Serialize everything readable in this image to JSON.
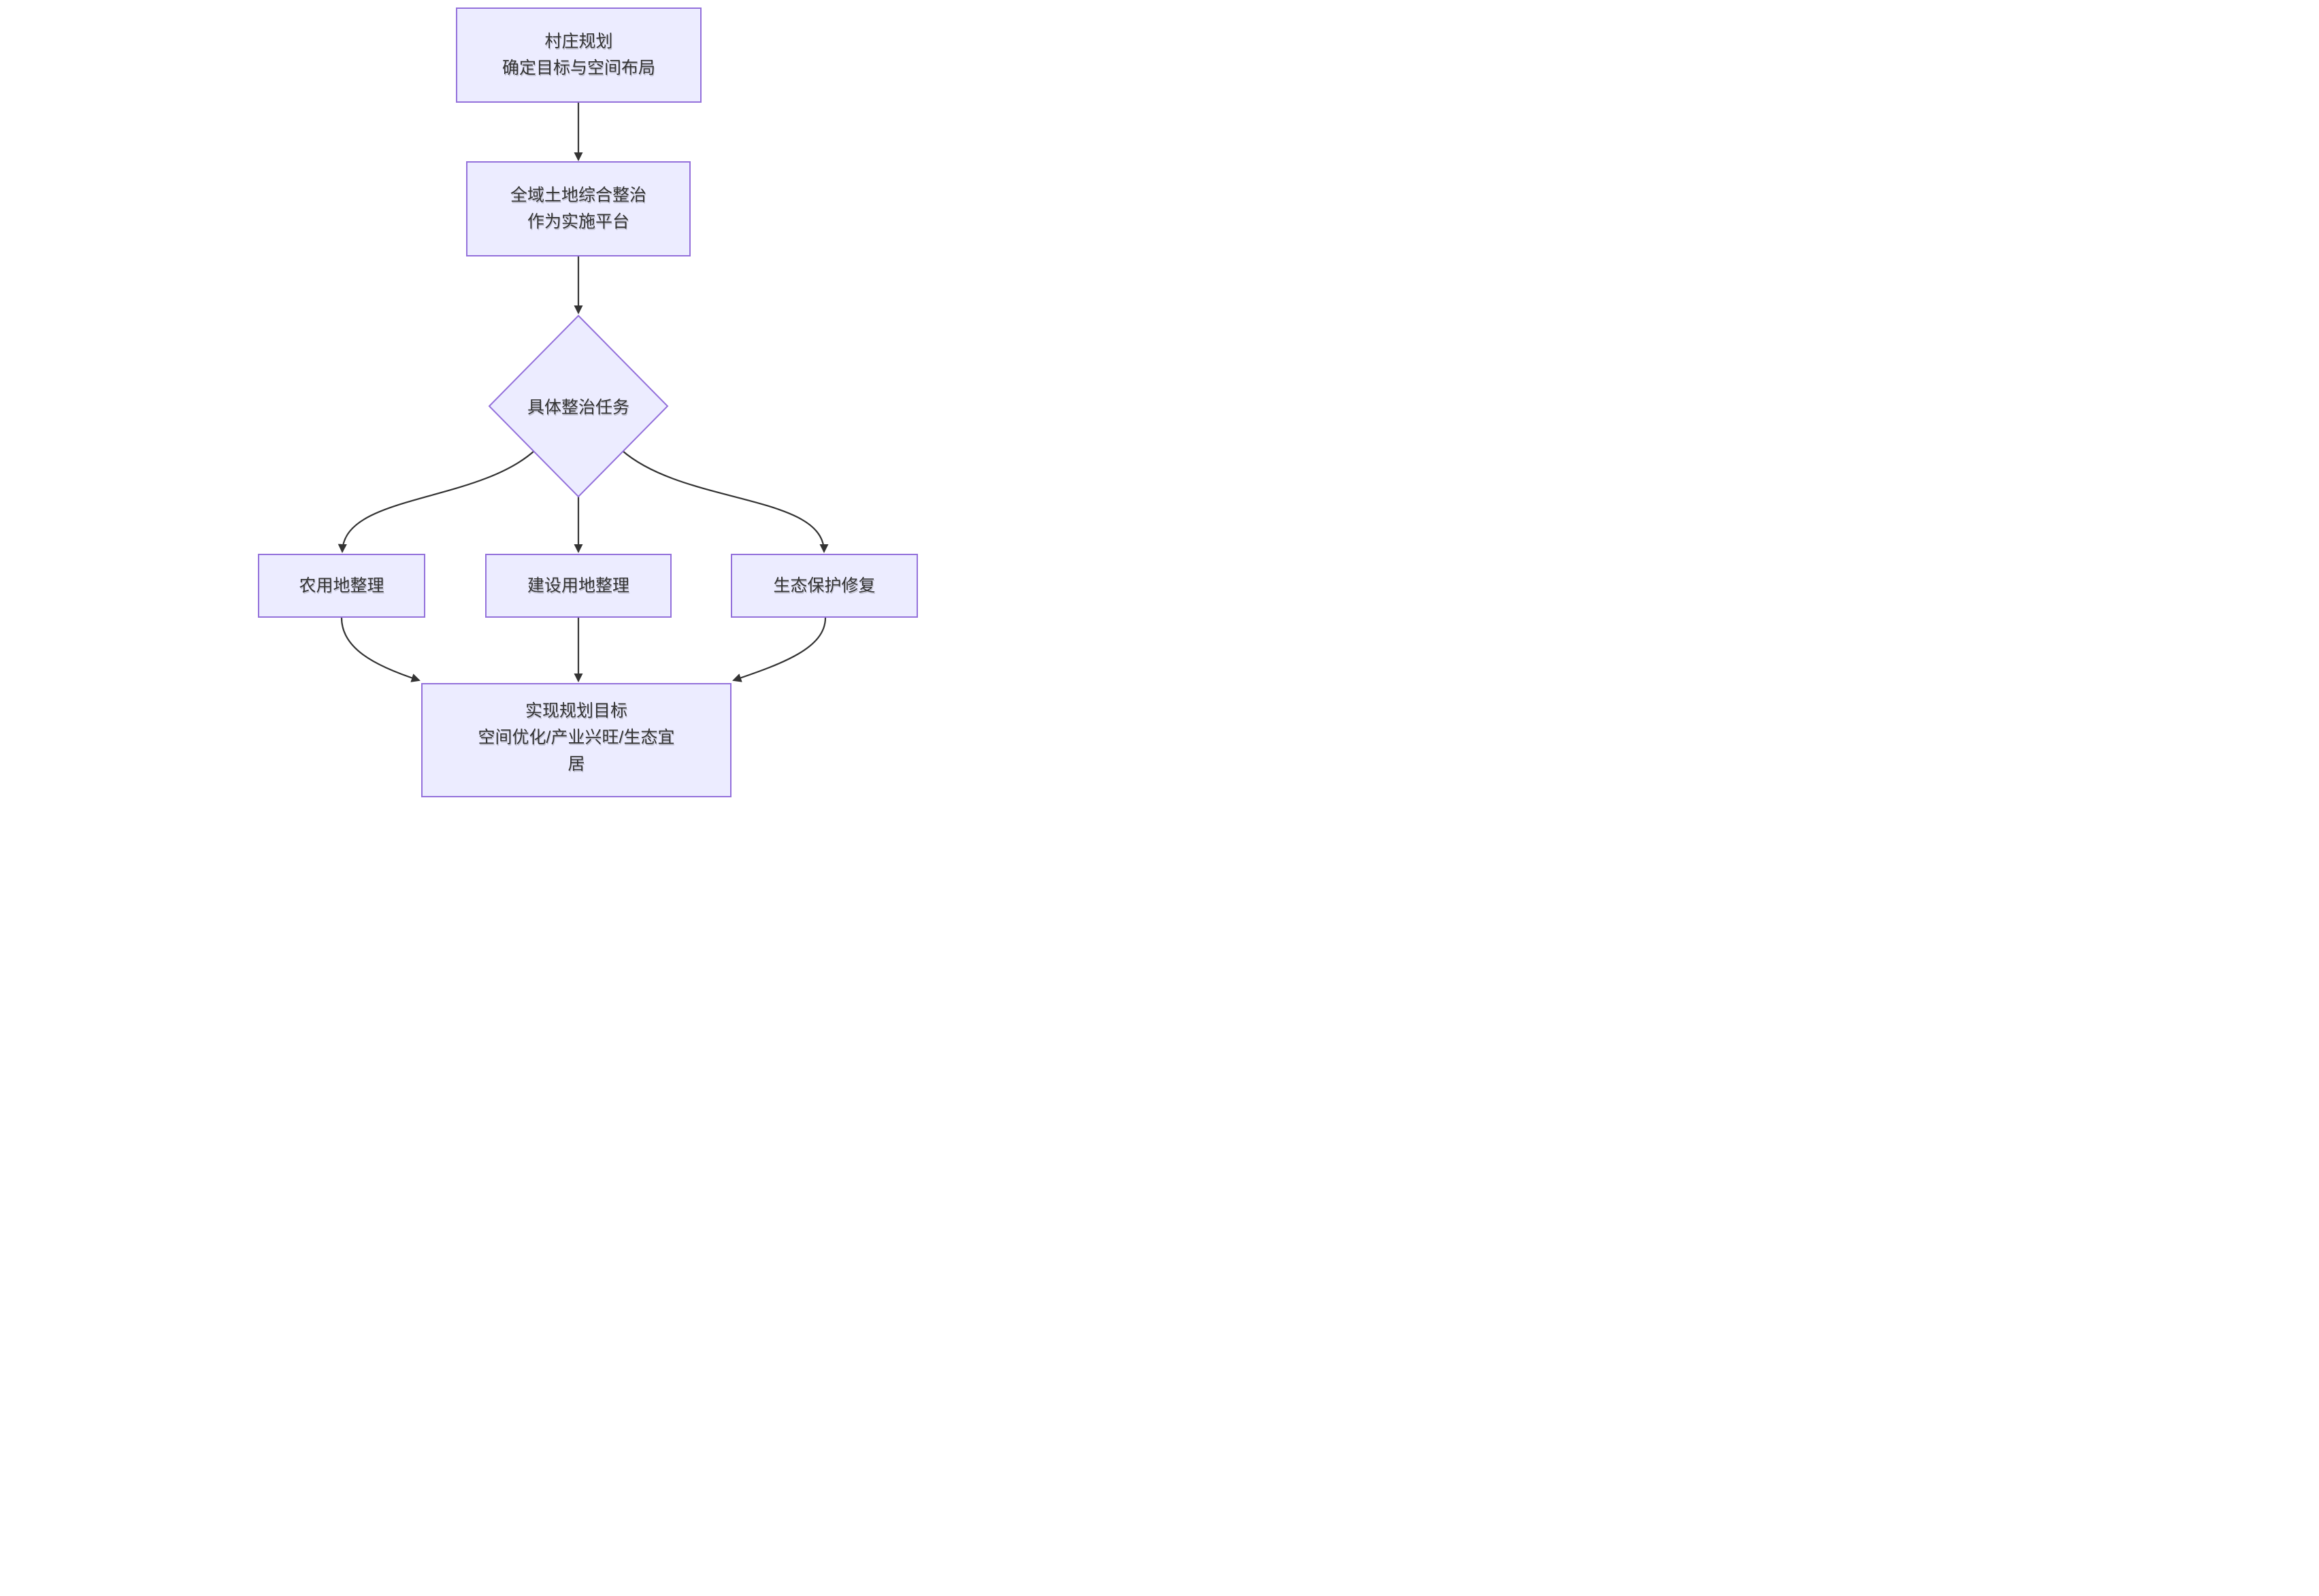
{
  "diagram": {
    "type": "flowchart",
    "direction": "top-down",
    "colors": {
      "background": "#ffffff",
      "nodeFill": "#ECECFF",
      "nodeBorder": "#9370DB",
      "edgeColor": "#333333",
      "textColor": "#333333"
    },
    "nodes": {
      "village_planning": {
        "shape": "rect",
        "lines": [
          "村庄规划",
          "确定目标与空间布局"
        ]
      },
      "land_consolidation": {
        "shape": "rect",
        "lines": [
          "全域土地综合整治",
          "作为实施平台"
        ]
      },
      "remediation_tasks": {
        "shape": "diamond",
        "lines": [
          "具体整治任务"
        ]
      },
      "farmland_consolidation": {
        "shape": "rect",
        "lines": [
          "农用地整理"
        ]
      },
      "construction_land_consolidation": {
        "shape": "rect",
        "lines": [
          "建设用地整理"
        ]
      },
      "ecological_restoration": {
        "shape": "rect",
        "lines": [
          "生态保护修复"
        ]
      },
      "planning_goals": {
        "shape": "rect",
        "lines": [
          "实现规划目标",
          "空间优化/产业兴旺/生态宜",
          "居"
        ]
      }
    },
    "edges": [
      {
        "from": "village_planning",
        "to": "land_consolidation"
      },
      {
        "from": "land_consolidation",
        "to": "remediation_tasks"
      },
      {
        "from": "remediation_tasks",
        "to": "farmland_consolidation"
      },
      {
        "from": "remediation_tasks",
        "to": "construction_land_consolidation"
      },
      {
        "from": "remediation_tasks",
        "to": "ecological_restoration"
      },
      {
        "from": "farmland_consolidation",
        "to": "planning_goals"
      },
      {
        "from": "construction_land_consolidation",
        "to": "planning_goals"
      },
      {
        "from": "ecological_restoration",
        "to": "planning_goals"
      }
    ]
  }
}
